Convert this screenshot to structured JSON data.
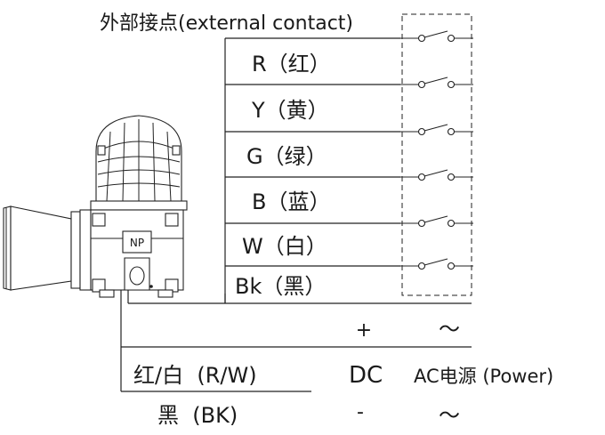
{
  "title": "外部接点(external contact)",
  "wires": [
    {
      "id": "red",
      "label": "R（红）"
    },
    {
      "id": "yellow",
      "label": "Y（黄）"
    },
    {
      "id": "green",
      "label": "G（绿）"
    },
    {
      "id": "blue",
      "label": "B（蓝）"
    },
    {
      "id": "white",
      "label": "W（白）"
    },
    {
      "id": "black",
      "label": "Bk（黑）"
    }
  ],
  "device_badge": "NP",
  "power": {
    "plus": "+",
    "minus": "-",
    "tilde_top": "～",
    "tilde_bottom": "～",
    "dc": "DC",
    "ac": "AC电源 (Power)",
    "lead_rw": "红/白  (R/W)",
    "lead_bk": "黑  (BK)"
  }
}
